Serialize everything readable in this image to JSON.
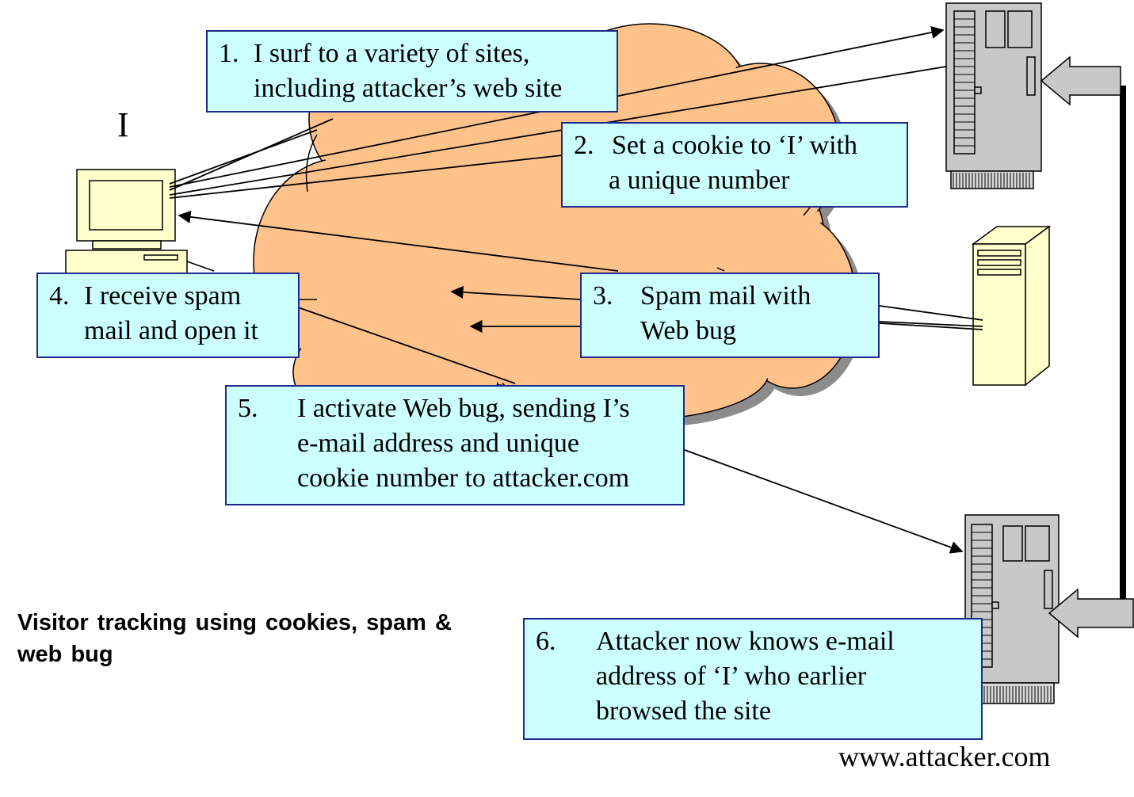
{
  "title": "Visitor tracking using cookies, spam & web bug",
  "user_label": "I",
  "site_url": "www.attacker.com",
  "steps": [
    {
      "num": "1.",
      "lines": [
        "I surf to a variety of sites,",
        "including attacker’s web site"
      ]
    },
    {
      "num": "2.",
      "lines": [
        "Set a cookie to ‘I’ with",
        "a unique number"
      ]
    },
    {
      "num": "3.",
      "lines": [
        "Spam mail with",
        "Web bug"
      ]
    },
    {
      "num": "4.",
      "lines": [
        "I receive spam",
        "mail and open it"
      ]
    },
    {
      "num": "5.",
      "lines": [
        "I activate Web bug, sending I’s",
        "e-mail address and unique",
        "cookie number to attacker.com"
      ]
    },
    {
      "num": "6.",
      "lines": [
        "Attacker now knows e-mail",
        "address of ‘I’ who earlier",
        "browsed the site"
      ]
    }
  ],
  "caption_lines": [
    "Visitor tracking using cookies, spam &",
    "web bug"
  ],
  "colors": {
    "cloud": "#ffc28a",
    "cloud_shadow": "#8c8c8c",
    "box_fill": "#ccffff",
    "box_border": "#1c2a8c",
    "monitor": "#ffffcc",
    "server": "#c8c8c8"
  },
  "icons": [
    "internet-cloud",
    "user-computer-icon",
    "web-server-icon",
    "mail-server-icon",
    "attacker-server-icon",
    "link-arrow-icon"
  ]
}
